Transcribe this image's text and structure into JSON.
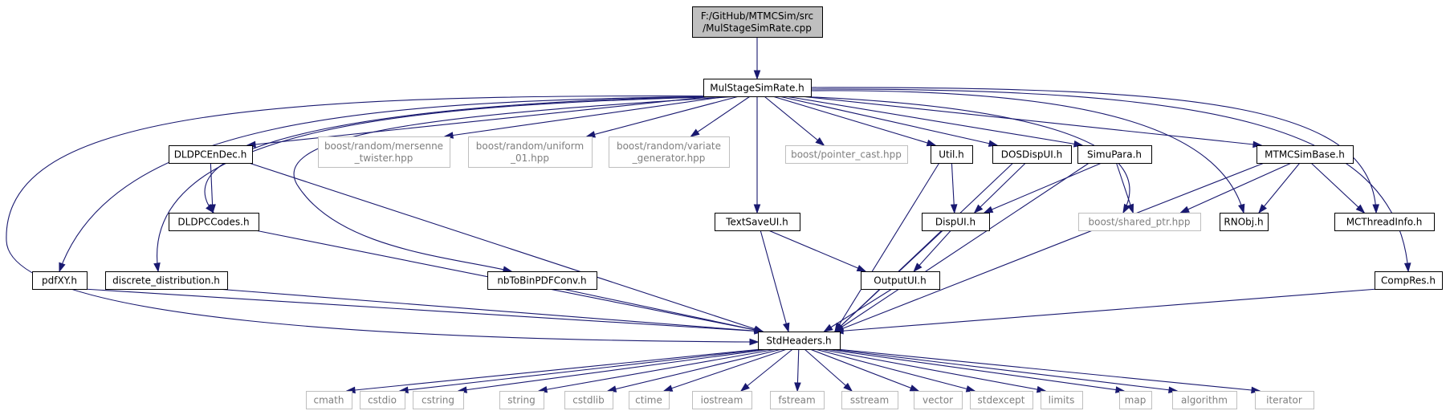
{
  "colors": {
    "edge": "#191970",
    "local_border": "#000000",
    "external_border": "#bfbfbf",
    "external_text": "#7f7f7f",
    "root_fill": "#bfbfbf"
  },
  "nodes": [
    {
      "id": "root",
      "kind": "root",
      "label": [
        "F:/GitHub/MTMCSim/src",
        "/MulStageSimRate.cpp"
      ]
    },
    {
      "id": "msr",
      "kind": "local",
      "label": [
        "MulStageSimRate.h"
      ]
    },
    {
      "id": "dldpcendec",
      "kind": "local",
      "label": [
        "DLDPCEnDec.h"
      ]
    },
    {
      "id": "mersenne",
      "kind": "external",
      "label": [
        "boost/random/mersenne",
        "_twister.hpp"
      ]
    },
    {
      "id": "uniform",
      "kind": "external",
      "label": [
        "boost/random/uniform",
        "_01.hpp"
      ]
    },
    {
      "id": "variate",
      "kind": "external",
      "label": [
        "boost/random/variate",
        "_generator.hpp"
      ]
    },
    {
      "id": "pointercast",
      "kind": "external",
      "label": [
        "boost/pointer_cast.hpp"
      ]
    },
    {
      "id": "util",
      "kind": "local",
      "label": [
        "Util.h"
      ]
    },
    {
      "id": "dosdispui",
      "kind": "local",
      "label": [
        "DOSDispUI.h"
      ]
    },
    {
      "id": "simupara",
      "kind": "local",
      "label": [
        "SimuPara.h"
      ]
    },
    {
      "id": "mtmcsimbase",
      "kind": "local",
      "label": [
        "MTMCSimBase.h"
      ]
    },
    {
      "id": "dldpccodes",
      "kind": "local",
      "label": [
        "DLDPCCodes.h"
      ]
    },
    {
      "id": "textsaveui",
      "kind": "local",
      "label": [
        "TextSaveUI.h"
      ]
    },
    {
      "id": "dispui",
      "kind": "local",
      "label": [
        "DispUI.h"
      ]
    },
    {
      "id": "sharedptr",
      "kind": "external",
      "label": [
        "boost/shared_ptr.hpp"
      ]
    },
    {
      "id": "rnobj",
      "kind": "local",
      "label": [
        "RNObj.h"
      ]
    },
    {
      "id": "mcthreadinfo",
      "kind": "local",
      "label": [
        "MCThreadInfo.h"
      ]
    },
    {
      "id": "pdfxy",
      "kind": "local",
      "label": [
        "pdfXY.h"
      ]
    },
    {
      "id": "discrete",
      "kind": "local",
      "label": [
        "discrete_distribution.h"
      ]
    },
    {
      "id": "nbtobin",
      "kind": "local",
      "label": [
        "nbToBinPDFConv.h"
      ]
    },
    {
      "id": "outputui",
      "kind": "local",
      "label": [
        "OutputUI.h"
      ]
    },
    {
      "id": "compres",
      "kind": "local",
      "label": [
        "CompRes.h"
      ]
    },
    {
      "id": "stdheaders",
      "kind": "local",
      "label": [
        "StdHeaders.h"
      ]
    },
    {
      "id": "cmath",
      "kind": "external",
      "label": [
        "cmath"
      ]
    },
    {
      "id": "cstdio",
      "kind": "external",
      "label": [
        "cstdio"
      ]
    },
    {
      "id": "cstring",
      "kind": "external",
      "label": [
        "cstring"
      ]
    },
    {
      "id": "string",
      "kind": "external",
      "label": [
        "string"
      ]
    },
    {
      "id": "cstdlib",
      "kind": "external",
      "label": [
        "cstdlib"
      ]
    },
    {
      "id": "ctime",
      "kind": "external",
      "label": [
        "ctime"
      ]
    },
    {
      "id": "iostream",
      "kind": "external",
      "label": [
        "iostream"
      ]
    },
    {
      "id": "fstream",
      "kind": "external",
      "label": [
        "fstream"
      ]
    },
    {
      "id": "sstream",
      "kind": "external",
      "label": [
        "sstream"
      ]
    },
    {
      "id": "vector",
      "kind": "external",
      "label": [
        "vector"
      ]
    },
    {
      "id": "stdexcept",
      "kind": "external",
      "label": [
        "stdexcept"
      ]
    },
    {
      "id": "limits",
      "kind": "external",
      "label": [
        "limits"
      ]
    },
    {
      "id": "map",
      "kind": "external",
      "label": [
        "map"
      ]
    },
    {
      "id": "algorithm",
      "kind": "external",
      "label": [
        "algorithm"
      ]
    },
    {
      "id": "iterator",
      "kind": "external",
      "label": [
        "iterator"
      ]
    }
  ],
  "edges": [
    [
      "root",
      "msr"
    ],
    [
      "msr",
      "dldpcendec"
    ],
    [
      "msr",
      "mersenne"
    ],
    [
      "msr",
      "uniform"
    ],
    [
      "msr",
      "variate"
    ],
    [
      "msr",
      "pointercast"
    ],
    [
      "msr",
      "util"
    ],
    [
      "msr",
      "dosdispui"
    ],
    [
      "msr",
      "simupara"
    ],
    [
      "msr",
      "mtmcsimbase"
    ],
    [
      "msr",
      "dldpccodes"
    ],
    [
      "msr",
      "textsaveui"
    ],
    [
      "msr",
      "sharedptr"
    ],
    [
      "msr",
      "rnobj"
    ],
    [
      "msr",
      "mcthreadinfo"
    ],
    [
      "msr",
      "pdfxy"
    ],
    [
      "msr",
      "discrete"
    ],
    [
      "msr",
      "nbtobin"
    ],
    [
      "msr",
      "compres"
    ],
    [
      "msr",
      "stdheaders"
    ],
    [
      "dldpcendec",
      "dldpccodes"
    ],
    [
      "dldpcendec",
      "stdheaders"
    ],
    [
      "dldpccodes",
      "stdheaders"
    ],
    [
      "util",
      "dispui"
    ],
    [
      "util",
      "stdheaders"
    ],
    [
      "dosdispui",
      "dispui"
    ],
    [
      "dosdispui",
      "stdheaders"
    ],
    [
      "simupara",
      "dispui"
    ],
    [
      "simupara",
      "sharedptr"
    ],
    [
      "simupara",
      "stdheaders"
    ],
    [
      "mtmcsimbase",
      "sharedptr"
    ],
    [
      "mtmcsimbase",
      "rnobj"
    ],
    [
      "mtmcsimbase",
      "mcthreadinfo"
    ],
    [
      "mtmcsimbase",
      "stdheaders"
    ],
    [
      "textsaveui",
      "outputui"
    ],
    [
      "textsaveui",
      "stdheaders"
    ],
    [
      "dispui",
      "outputui"
    ],
    [
      "dispui",
      "stdheaders"
    ],
    [
      "outputui",
      "stdheaders"
    ],
    [
      "pdfxy",
      "stdheaders"
    ],
    [
      "discrete",
      "stdheaders"
    ],
    [
      "nbtobin",
      "stdheaders"
    ],
    [
      "compres",
      "stdheaders"
    ],
    [
      "stdheaders",
      "cmath"
    ],
    [
      "stdheaders",
      "cstdio"
    ],
    [
      "stdheaders",
      "cstring"
    ],
    [
      "stdheaders",
      "string"
    ],
    [
      "stdheaders",
      "cstdlib"
    ],
    [
      "stdheaders",
      "ctime"
    ],
    [
      "stdheaders",
      "iostream"
    ],
    [
      "stdheaders",
      "fstream"
    ],
    [
      "stdheaders",
      "sstream"
    ],
    [
      "stdheaders",
      "vector"
    ],
    [
      "stdheaders",
      "stdexcept"
    ],
    [
      "stdheaders",
      "limits"
    ],
    [
      "stdheaders",
      "map"
    ],
    [
      "stdheaders",
      "algorithm"
    ],
    [
      "stdheaders",
      "iterator"
    ]
  ]
}
